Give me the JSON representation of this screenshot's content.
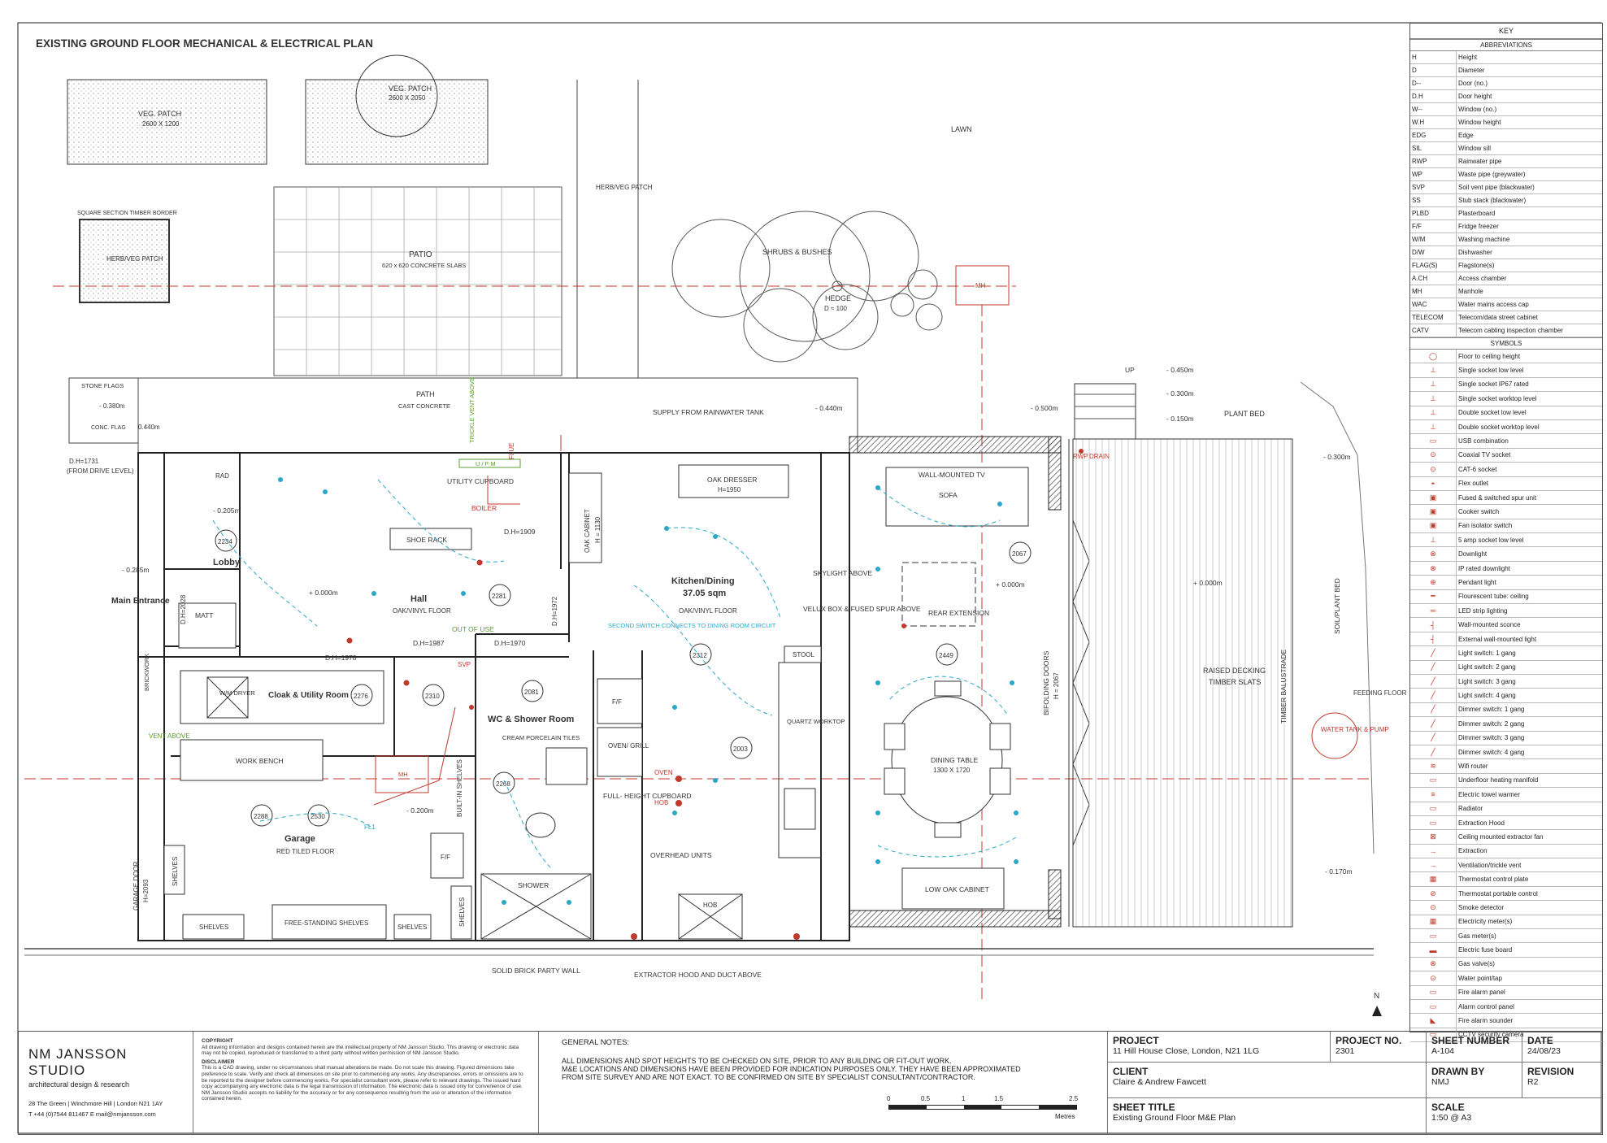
{
  "title": "EXISTING GROUND FLOOR MECHANICAL & ELECTRICAL PLAN",
  "plan": {
    "veg_patch_1": "VEG. PATCH",
    "veg_patch_1_size": "2600 X 1200",
    "veg_patch_2": "VEG. PATCH",
    "veg_patch_2_size": "2600 X 2050",
    "lawn": "LAWN",
    "herb_veg_patch": "HERB/VEG PATCH",
    "square_border": "SQUARE SECTION TIMBER BORDER",
    "herb_veg_patch_2": "HERB/VEG PATCH",
    "patio": "PATIO",
    "patio_detail": "620 x 620 CONCRETE SLABS",
    "shrubs": "SHRUBS & BUSHES",
    "hedge": "HEDGE",
    "hedge_d": "D ≈ 100",
    "manhole": "MH",
    "stone_flags": "STONE FLAGS",
    "conc_flag": "CONC. FLAG",
    "path": "PATH",
    "path_detail": "CAST CONCRETE",
    "supply": "SUPPLY FROM RAINWATER TANK",
    "plant_bed": "PLANT BED",
    "up": "UP",
    "level_0450": "- 0.450m",
    "level_0300": "- 0.300m",
    "level_0150": "- 0.150m",
    "level_0500": "- 0.500m",
    "level_0440": "- 0.440m",
    "level_0380": "- 0.380m",
    "level_0440b": "0.440m",
    "level_0300b": "- 0.300m",
    "level_0205": "- 0.205m",
    "level_0285": "- 0.285m",
    "level_0000": "+ 0.000m",
    "level_0000b": "+ 0.000m",
    "level_0000c": "+ 0.000m",
    "level_0200": "- 0.200m",
    "level_0170": "- 0.170m",
    "dh_drive": "D.H=1731",
    "from_drive": "(FROM DRIVE LEVEL)",
    "rad": "RAD",
    "utility_cupboard": "UTILITY CUPBOARD",
    "boiler": "BOILER",
    "flue": "FLUE",
    "trickle_vent": "TRICKLE VENT ABOVE",
    "ufm": "U / F M",
    "shoe_rack": "SHOE RACK",
    "dh1909": "D.H=1909",
    "oak_cabinet": "OAK CABINET",
    "oak_cabinet_h": "H = 1130",
    "oak_dresser": "OAK DRESSER",
    "oak_dresser_h": "H=1950",
    "room_2234": "2234",
    "lobby": "Lobby",
    "main_entrance": "Main Entrance",
    "matt": "MATT",
    "dh2028": "D.H=2028",
    "hall": "Hall",
    "hall_floor": "OAK/VINYL FLOOR",
    "room_2281": "2281",
    "out_of_use": "OUT OF USE",
    "dh1987": "D.H=1987",
    "dh1970": "D.H=1970",
    "dh1978": "D.H=1978",
    "dh1972": "D.H=1972",
    "kitchen": "Kitchen/Dining",
    "kitchen_area": "37.05 sqm",
    "kitchen_floor": "OAK/VINYL FLOOR",
    "second_switch": "SECOND SWITCH CONNECTS TO DINING ROOM CIRCUIT",
    "room_2312": "2312",
    "room_2003": "2003",
    "stool": "STOOL",
    "quartz": "QUARTZ WORKTOP",
    "skylight": "SKYLIGHT ABOVE",
    "velux": "VELUX BOX & FUSED SPUR ABOVE",
    "wall_tv": "WALL-MOUNTED TV",
    "sofa": "SOFA",
    "rear_extension": "REAR EXTENSION",
    "room_2067": "2067",
    "room_2449": "2449",
    "dining_table": "DINING TABLE",
    "dining_size": "1300 X 1720",
    "low_oak_cabinet": "LOW OAK CABINET",
    "bifolding": "BIFOLDING DOORS",
    "bifolding_h": "H = 2067",
    "rwp": "RWP",
    "drain": "DRAIN",
    "raised_decking": "RAISED DECKING",
    "timber_slats": "TIMBER SLATS",
    "timber_balustrade": "TIMBER BALUSTRADE",
    "soil_plant_bed": "SOIL/PLANT BED",
    "water_tank": "WATER TANK & PUMP",
    "feeding": "FEEDING FLOOR",
    "brickwork": "BRICKWORK",
    "cloak": "Cloak & Utility Room",
    "wm_dryer": "W/M DRYER",
    "room_2276": "2276",
    "room_2310": "2310",
    "svp": "SVP",
    "room_2081": "2081",
    "wc": "WC & Shower Room",
    "wc_floor": "CREAM PORCELAIN TILES",
    "ff": "F/F",
    "oven": "OVEN/ GRILL",
    "full_height": "FULL- HEIGHT CUPBOARD",
    "vent_above": "VENT ABOVE",
    "work_bench": "WORK BENCH",
    "room_2288": "2288",
    "room_2530": "2530",
    "garage": "Garage",
    "garage_floor": "RED TILED FLOOR",
    "room_2268": "2268",
    "built_in_shelves": "BUILT-IN SHELVES",
    "ff2": "F/F",
    "fl1": "FL1",
    "overhead": "OVERHEAD UNITS",
    "oven_lbl": "OVEN",
    "hob_lbl": "HOB",
    "shower": "SHOWER",
    "shelves1": "SHELVES",
    "shelves2": "SHELVES",
    "free_shelves": "FREE-STANDING SHELVES",
    "shelves3": "SHELVES",
    "shelves4": "SHELVES",
    "garage_door": "GARAGE DOOR",
    "garage_door_h": "H=2093",
    "hob": "HOB",
    "party_wall": "SOLID BRICK PARTY WALL",
    "extractor": "EXTRACTOR HOOD AND DUCT ABOVE",
    "north": "N"
  },
  "key": {
    "title": "KEY",
    "abbr_title": "ABBREVIATIONS",
    "abbreviations": [
      [
        "H",
        "Height"
      ],
      [
        "D",
        "Diameter"
      ],
      [
        "D--",
        "Door (no.)"
      ],
      [
        "D.H",
        "Door height"
      ],
      [
        "W--",
        "Window (no.)"
      ],
      [
        "W.H",
        "Window height"
      ],
      [
        "EDG",
        "Edge"
      ],
      [
        "SIL",
        "Window sill"
      ],
      [
        "RWP",
        "Rainwater pipe"
      ],
      [
        "WP",
        "Waste pipe (greywater)"
      ],
      [
        "SVP",
        "Soil vent pipe (blackwater)"
      ],
      [
        "SS",
        "Stub stack (blackwater)"
      ],
      [
        "PLBD",
        "Plasterboard"
      ],
      [
        "F/F",
        "Fridge freezer"
      ],
      [
        "W/M",
        "Washing machine"
      ],
      [
        "D/W",
        "Dishwasher"
      ],
      [
        "FLAG(S)",
        "Flagstone(s)"
      ],
      [
        "A.CH",
        "Access chamber"
      ],
      [
        "MH",
        "Manhole"
      ],
      [
        "WAC",
        "Water mains access cap"
      ],
      [
        "TELECOM",
        "Telecom/data street cabinet"
      ],
      [
        "CATV",
        "Telecom cabling inspection chamber"
      ]
    ],
    "symbols_title": "SYMBOLS",
    "symbols": [
      "Floor to ceiling height",
      "Single socket low level",
      "Single socket IP67 rated",
      "Single socket worktop level",
      "Double socket low level",
      "Double socket worktop level",
      "USB combination",
      "Coaxial TV socket",
      "CAT-6 socket",
      "Flex outlet",
      "Fused & switched spur unit",
      "Cooker switch",
      "Fan isolator switch",
      "5 amp socket low level",
      "Downlight",
      "IP rated downlight",
      "Pendant light",
      "Flourescent tube: ceiling",
      "LED strip lighting",
      "Wall-mounted sconce",
      "External wall-mounted light",
      "Light switch: 1 gang",
      "Light switch: 2 gang",
      "Light switch: 3 gang",
      "Light switch: 4 gang",
      "Dimmer switch: 1 gang",
      "Dimmer switch: 2 gang",
      "Dimmer switch: 3 gang",
      "Dimmer switch: 4 gang",
      "Wifi router",
      "Underfloor heating manifold",
      "Electric towel warmer",
      "Radiator",
      "Extraction Hood",
      "Ceiling mounted extractor fan",
      "Extraction",
      "Ventilation/trickle vent",
      "Thermostat control plate",
      "Thermostat portable control",
      "Smoke detector",
      "Electricity meter(s)",
      "Gas meter(s)",
      "Electric fuse board",
      "Gas valve(s)",
      "Water point/tap",
      "Fire alarm panel",
      "Alarm control panel",
      "Fire alarm sounder",
      "CCTV security camera"
    ]
  },
  "titleblock": {
    "studio": "NM JANSSON STUDIO",
    "studio_sub": "architectural design & research",
    "address": "28 The Green | Winchmore Hill | London N21 1AY",
    "contact": "T +44 (0)7544 811467   E mail@nmjansson.com",
    "copyright_head": "COPYRIGHT",
    "copyright": "All drawing information and designs contained herein are the intellectual property of NM Jansson Studio. This drawing or electronic data may not be copied, reproduced or transferred to a third party without written permission of NM Jansson Studio.",
    "disclaimer_head": "DISCLAIMER",
    "disclaimer": "This is a CAD drawing, under no circumstances shall manual alterations be made. Do not scale this drawing. Figured dimensions take preference to scale. Verify and check all dimensions on site prior to commencing any works. Any discrepancies, errors or omissions are to be reported to the designer before commencing works. For specialist consultant work, please refer to relevant drawings. The issued hard copy accompanying any electronic data is the legal transmission of information. The electronic data is issued only for convenience of use. NM Jansson Studio accepts no liability for the accuracy or for any consequence resulting from the use or alteration of the information contained herein.",
    "general_notes_head": "GENERAL NOTES:",
    "note1": "ALL DIMENSIONS AND SPOT HEIGHTS TO BE CHECKED ON SITE, PRIOR TO ANY BUILDING OR FIT-OUT WORK.",
    "note2": "M&E LOCATIONS AND DIMENSIONS HAVE BEEN PROVIDED FOR INDICATION PURPOSES ONLY. THEY HAVE BEEN APPROXIMATED",
    "note3": "FROM SITE SURVEY AND ARE NOT EXACT. TO BE CONFIRMED ON SITE BY SPECIALIST CONSULTANT/CONTRACTOR.",
    "scale_ticks": [
      "0",
      "0.5",
      "1",
      "1.5",
      "2.5"
    ],
    "scale_unit": "Metres",
    "project_label": "PROJECT",
    "project": "11 Hill House Close, London, N21 1LG",
    "project_no_label": "PROJECT NO.",
    "project_no": "2301",
    "sheet_label": "SHEET NUMBER",
    "sheet": "A-104",
    "date_label": "DATE",
    "date": "24/08/23",
    "client_label": "CLIENT",
    "client": "Claire & Andrew Fawcett",
    "drawn_label": "DRAWN BY",
    "drawn": "NMJ",
    "revision_label": "REVISION",
    "revision": "R2",
    "sheet_title_label": "SHEET TITLE",
    "sheet_title": "Existing Ground Floor M&E Plan",
    "scale_label": "SCALE",
    "scale": "1:50 @ A3"
  }
}
